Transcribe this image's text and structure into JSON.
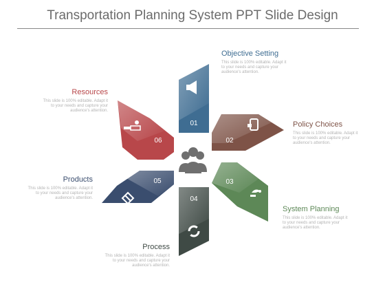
{
  "title": "Transportation Planning System PPT Slide Design",
  "colors": {
    "blue": "#3f6d92",
    "brown": "#7e5347",
    "green": "#5d8857",
    "grey": "#3f4a45",
    "navy": "#3a4d6e",
    "red": "#b8474a",
    "center": "#6f6f6f"
  },
  "center_icon": "people-group-icon",
  "items": [
    {
      "number": "01",
      "label": "Objective Setting",
      "description": "This slide is 100% editable. Adapt it to your needs and capture your audience's attention.",
      "icon": "megaphone-icon"
    },
    {
      "number": "02",
      "label": "Policy Choices",
      "description": "This slide is 100% editable. Adapt it to your needs and capture your audience's attention.",
      "icon": "mobile-phone-icon"
    },
    {
      "number": "03",
      "label": "System Planning",
      "description": "This slide is 100% editable. Adapt it to your needs and capture your audience's attention.",
      "icon": "hand-giving-icon"
    },
    {
      "number": "04",
      "label": "Process",
      "description": "This slide is 100% editable. Adapt it to your needs and capture your audience's attention.",
      "icon": "refresh-arrows-icon"
    },
    {
      "number": "05",
      "label": "Products",
      "description": "This slide is 100% editable. Adapt it to your needs and capture your audience's attention.",
      "icon": "handshake-icon"
    },
    {
      "number": "06",
      "label": "Resources",
      "description": "This slide is 100% editable. Adapt it to your needs and capture your audience's attention.",
      "icon": "money-hand-icon"
    }
  ]
}
